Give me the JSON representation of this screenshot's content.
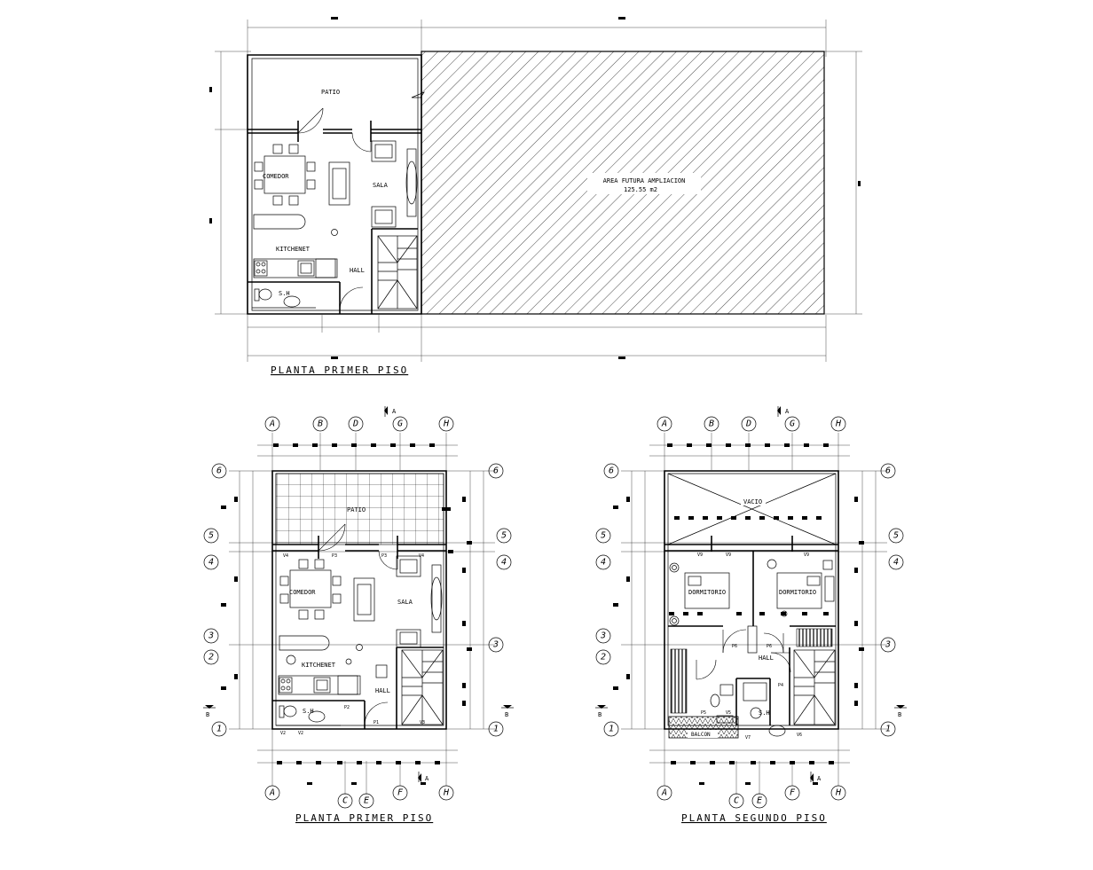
{
  "plans": {
    "top": {
      "title": "PLANTA  PRIMER  PISO",
      "rooms": {
        "patio": "PATIO",
        "comedor": "COMEDOR",
        "sala": "SALA",
        "kitchenet": "KITCHENET",
        "hall": "HALL",
        "sh": "S.H"
      },
      "future_area": {
        "label": "AREA FUTURA AMPLIACION",
        "size": "125.55 m2"
      }
    },
    "left": {
      "title": "PLANTA  PRIMER  PISO",
      "rooms": {
        "patio": "PATIO",
        "comedor": "COMEDOR",
        "sala": "SALA",
        "kitchenet": "KITCHENET",
        "hall": "HALL",
        "sh": "S.H"
      },
      "tags": {
        "p3a": "P3",
        "p3b": "P3",
        "v4a": "V4",
        "v4b": "V4",
        "p2": "P2",
        "p1": "P1",
        "v2a": "V2",
        "v2b": "V2",
        "v3": "V3"
      }
    },
    "right": {
      "title": "PLANTA  SEGUNDO  PISO",
      "rooms": {
        "vacio": "VACIO",
        "dorm1": "DORMITORIO",
        "dorm2": "DORMITORIO",
        "hall": "HALL",
        "sh": "S.H",
        "balcon": "BALCON"
      },
      "tags": {
        "p6a": "P6",
        "p6b": "P6",
        "p4": "P4",
        "p5": "P5",
        "v5": "V5",
        "v6": "V6",
        "v7": "V7",
        "v9a": "V9",
        "v9b": "V9",
        "v9c": "V9"
      }
    }
  },
  "grid_axes": {
    "top_cols": [
      "A",
      "B",
      "D",
      "G",
      "H"
    ],
    "bottom_cols": [
      "A",
      "C",
      "E",
      "F",
      "H"
    ],
    "rows": [
      "6",
      "5",
      "4",
      "3",
      "2",
      "1"
    ],
    "section_a": "A",
    "section_b": "B"
  }
}
